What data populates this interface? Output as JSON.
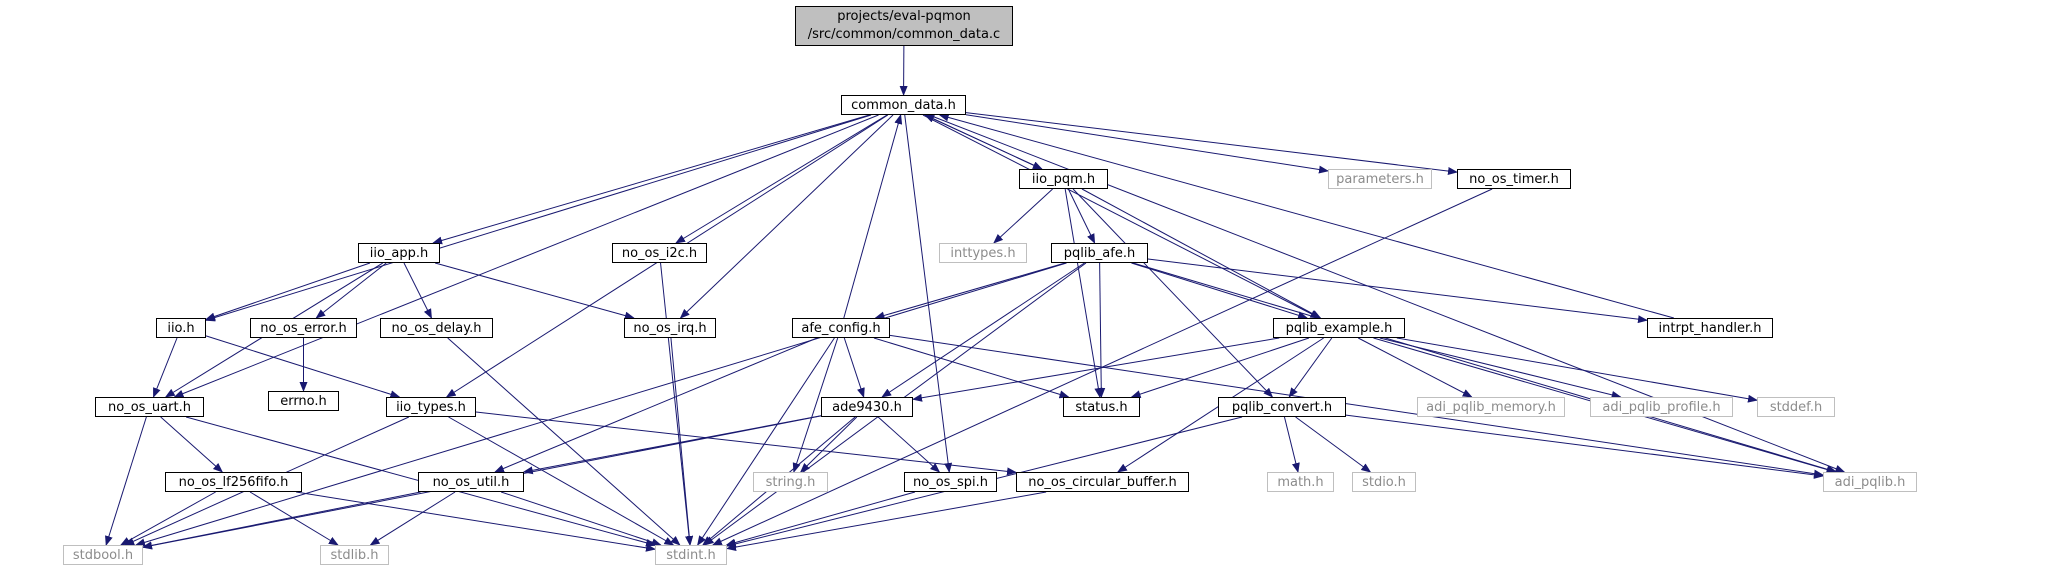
{
  "graph": {
    "root": {
      "line1": "projects/eval-pqmon",
      "line2": "/src/common/common_data.c"
    },
    "nodes": {
      "common_data": {
        "label": "common_data.h",
        "style": "solid"
      },
      "iio_pqm": {
        "label": "iio_pqm.h",
        "style": "solid"
      },
      "parameters": {
        "label": "parameters.h",
        "style": "gray"
      },
      "no_os_timer": {
        "label": "no_os_timer.h",
        "style": "solid"
      },
      "iio_app": {
        "label": "iio_app.h",
        "style": "solid"
      },
      "no_os_i2c": {
        "label": "no_os_i2c.h",
        "style": "solid"
      },
      "inttypes": {
        "label": "inttypes.h",
        "style": "gray"
      },
      "pqlib_afe": {
        "label": "pqlib_afe.h",
        "style": "solid"
      },
      "iio": {
        "label": "iio.h",
        "style": "solid"
      },
      "no_os_error": {
        "label": "no_os_error.h",
        "style": "solid"
      },
      "no_os_delay": {
        "label": "no_os_delay.h",
        "style": "solid"
      },
      "no_os_irq": {
        "label": "no_os_irq.h",
        "style": "solid"
      },
      "afe_config": {
        "label": "afe_config.h",
        "style": "solid"
      },
      "pqlib_example": {
        "label": "pqlib_example.h",
        "style": "solid"
      },
      "intrpt": {
        "label": "intrpt_handler.h",
        "style": "solid"
      },
      "errno": {
        "label": "errno.h",
        "style": "solid"
      },
      "no_os_uart": {
        "label": "no_os_uart.h",
        "style": "solid"
      },
      "iio_types": {
        "label": "iio_types.h",
        "style": "solid"
      },
      "ade9430": {
        "label": "ade9430.h",
        "style": "solid"
      },
      "status": {
        "label": "status.h",
        "style": "solid"
      },
      "pqlib_convert": {
        "label": "pqlib_convert.h",
        "style": "solid"
      },
      "adi_mem": {
        "label": "adi_pqlib_memory.h",
        "style": "gray"
      },
      "adi_prof": {
        "label": "adi_pqlib_profile.h",
        "style": "gray"
      },
      "stddef": {
        "label": "stddef.h",
        "style": "gray"
      },
      "lf256": {
        "label": "no_os_lf256fifo.h",
        "style": "solid"
      },
      "no_os_util": {
        "label": "no_os_util.h",
        "style": "solid"
      },
      "string": {
        "label": "string.h",
        "style": "gray"
      },
      "no_os_spi": {
        "label": "no_os_spi.h",
        "style": "solid"
      },
      "circ": {
        "label": "no_os_circular_buffer.h",
        "style": "solid"
      },
      "math": {
        "label": "math.h",
        "style": "gray"
      },
      "stdio": {
        "label": "stdio.h",
        "style": "gray"
      },
      "adi_pqlib": {
        "label": "adi_pqlib.h",
        "style": "gray"
      },
      "stdbool": {
        "label": "stdbool.h",
        "style": "gray"
      },
      "stdlib": {
        "label": "stdlib.h",
        "style": "gray"
      },
      "stdint": {
        "label": "stdint.h",
        "style": "gray"
      }
    },
    "edges": [
      [
        "root",
        "common_data"
      ],
      [
        "common_data",
        "iio_pqm"
      ],
      [
        "iio_pqm",
        "common_data"
      ],
      [
        "common_data",
        "parameters"
      ],
      [
        "common_data",
        "no_os_timer"
      ],
      [
        "common_data",
        "iio_app"
      ],
      [
        "common_data",
        "no_os_i2c"
      ],
      [
        "common_data",
        "iio"
      ],
      [
        "common_data",
        "no_os_irq"
      ],
      [
        "common_data",
        "pqlib_example"
      ],
      [
        "common_data",
        "no_os_uart"
      ],
      [
        "common_data",
        "iio_types"
      ],
      [
        "common_data",
        "no_os_spi"
      ],
      [
        "common_data",
        "adi_pqlib"
      ],
      [
        "intrpt",
        "common_data"
      ],
      [
        "afe_config",
        "common_data"
      ],
      [
        "iio_pqm",
        "inttypes"
      ],
      [
        "iio_pqm",
        "pqlib_afe"
      ],
      [
        "iio_pqm",
        "pqlib_example"
      ],
      [
        "iio_pqm",
        "status"
      ],
      [
        "iio_pqm",
        "pqlib_convert"
      ],
      [
        "no_os_timer",
        "stdint"
      ],
      [
        "iio_app",
        "iio"
      ],
      [
        "iio_app",
        "no_os_error"
      ],
      [
        "iio_app",
        "no_os_delay"
      ],
      [
        "iio_app",
        "no_os_irq"
      ],
      [
        "iio_app",
        "no_os_uart"
      ],
      [
        "no_os_i2c",
        "stdint"
      ],
      [
        "pqlib_afe",
        "afe_config"
      ],
      [
        "pqlib_afe",
        "pqlib_example"
      ],
      [
        "pqlib_afe",
        "intrpt"
      ],
      [
        "pqlib_afe",
        "ade9430"
      ],
      [
        "pqlib_afe",
        "status"
      ],
      [
        "pqlib_afe",
        "stdint"
      ],
      [
        "pqlib_afe",
        "stdbool"
      ],
      [
        "pqlib_afe",
        "adi_pqlib"
      ],
      [
        "iio",
        "no_os_uart"
      ],
      [
        "iio",
        "iio_types"
      ],
      [
        "no_os_error",
        "errno"
      ],
      [
        "no_os_delay",
        "stdint"
      ],
      [
        "no_os_irq",
        "stdint"
      ],
      [
        "afe_config",
        "ade9430"
      ],
      [
        "afe_config",
        "status"
      ],
      [
        "afe_config",
        "no_os_util"
      ],
      [
        "afe_config",
        "string"
      ],
      [
        "afe_config",
        "stdint"
      ],
      [
        "afe_config",
        "adi_pqlib"
      ],
      [
        "pqlib_example",
        "ade9430"
      ],
      [
        "pqlib_example",
        "status"
      ],
      [
        "pqlib_example",
        "pqlib_convert"
      ],
      [
        "pqlib_example",
        "adi_mem"
      ],
      [
        "pqlib_example",
        "adi_prof"
      ],
      [
        "pqlib_example",
        "stddef"
      ],
      [
        "pqlib_example",
        "adi_pqlib"
      ],
      [
        "pqlib_example",
        "circ"
      ],
      [
        "no_os_uart",
        "lf256"
      ],
      [
        "no_os_uart",
        "stdbool"
      ],
      [
        "no_os_uart",
        "stdint"
      ],
      [
        "iio_types",
        "circ"
      ],
      [
        "iio_types",
        "stdint"
      ],
      [
        "iio_types",
        "stdbool"
      ],
      [
        "ade9430",
        "no_os_util"
      ],
      [
        "ade9430",
        "no_os_spi"
      ],
      [
        "ade9430",
        "string"
      ],
      [
        "ade9430",
        "stdint"
      ],
      [
        "ade9430",
        "stdbool"
      ],
      [
        "pqlib_convert",
        "math"
      ],
      [
        "pqlib_convert",
        "stdio"
      ],
      [
        "pqlib_convert",
        "stdint"
      ],
      [
        "pqlib_convert",
        "adi_pqlib"
      ],
      [
        "lf256",
        "stdbool"
      ],
      [
        "lf256",
        "stdlib"
      ],
      [
        "lf256",
        "stdint"
      ],
      [
        "no_os_util",
        "stdbool"
      ],
      [
        "no_os_util",
        "stdlib"
      ],
      [
        "no_os_util",
        "stdint"
      ],
      [
        "no_os_spi",
        "stdint"
      ],
      [
        "circ",
        "stdint"
      ]
    ],
    "colors": {
      "edge": "#191970",
      "root_fill": "#bfbfbf",
      "gray_text": "#8c8c8c",
      "gray_border": "#bfbfbf"
    }
  }
}
